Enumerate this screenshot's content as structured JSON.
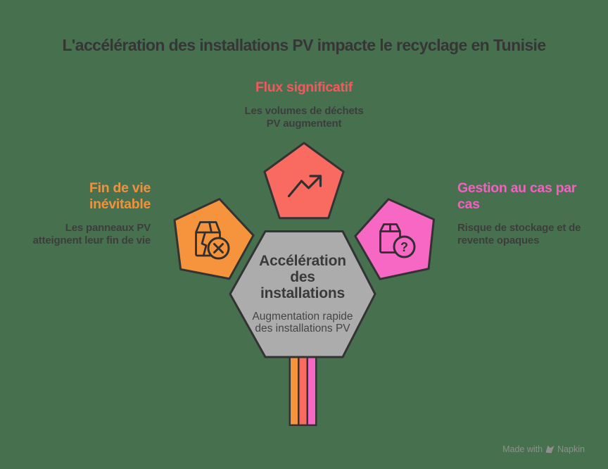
{
  "title": "L'accélération des installations PV impacte le recyclage en Tunisie",
  "branches": {
    "flux": {
      "label": "Flux significatif",
      "desc_lines": [
        "Les volumes de déchets",
        "PV augmentent"
      ],
      "accent_color": "#F4575E",
      "shape_fill": "#F96B61",
      "icon": "trending-up-icon"
    },
    "fin_de_vie": {
      "label_lines": [
        "Fin de vie",
        "inévitable"
      ],
      "desc_lines": [
        "Les panneaux PV",
        "atteignent leur fin de vie"
      ],
      "accent_color": "#F0923D",
      "shape_fill": "#F5943C",
      "icon": "damaged-box-icon"
    },
    "gestion": {
      "label_lines": [
        "Gestion au cas par",
        "cas"
      ],
      "desc_lines": [
        "Risque de stockage et de",
        "revente opaques"
      ],
      "accent_color": "#F45FC2",
      "shape_fill": "#F767C4",
      "icon": "box-question-icon"
    }
  },
  "center": {
    "title_lines": [
      "Accélération",
      "des",
      "installations"
    ],
    "desc_lines": [
      "Augmentation rapide",
      "des installations PV"
    ],
    "shape_fill": "#ACACAC"
  },
  "stripes": {
    "colors": [
      "#F5943C",
      "#F96B61",
      "#F767C4"
    ]
  },
  "icons": {
    "question_glyph": "?"
  },
  "watermark": {
    "made_with": "Made with",
    "brand": "Napkin"
  },
  "canvas": {
    "background": "#47714E",
    "outline_color": "#333333",
    "text_color": "#3D3D3D"
  }
}
